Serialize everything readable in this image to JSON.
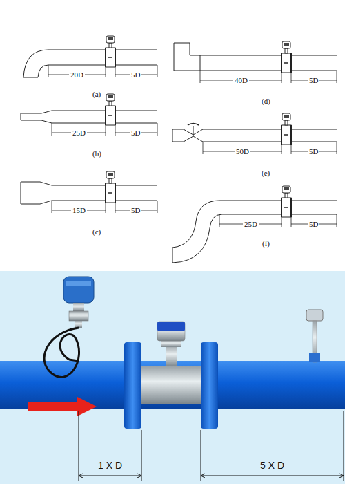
{
  "diagram": {
    "labels": [
      "20D",
      "5D",
      "40D",
      "5D",
      "(a)",
      "(d)",
      "25D",
      "5D",
      "50D",
      "5D",
      "(b)",
      "(e)",
      "15D",
      "5D",
      "25D",
      "5D",
      "(c)",
      "(f)",
      "1 X D",
      "5 X D"
    ]
  }
}
